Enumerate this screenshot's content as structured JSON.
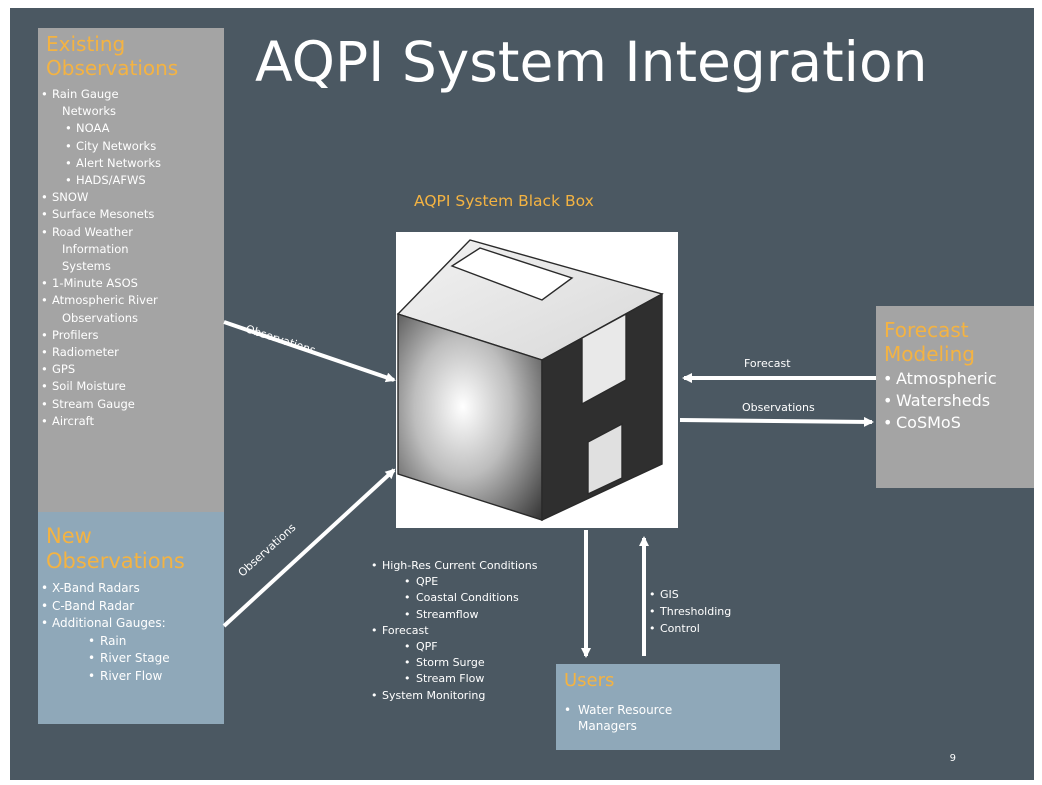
{
  "title": "AQPI System Integration",
  "black_box_title": "AQPI System Black Box",
  "existing_observations": {
    "title": "Existing\nObservations",
    "items": [
      {
        "text": "Rain Gauge",
        "level": 1
      },
      {
        "text": "Networks",
        "level": 0
      },
      {
        "text": "NOAA",
        "level": 2
      },
      {
        "text": "City Networks",
        "level": 2
      },
      {
        "text": "Alert Networks",
        "level": 2
      },
      {
        "text": "HADS/AFWS",
        "level": 2
      },
      {
        "text": "SNOW",
        "level": 1
      },
      {
        "text": "Surface Mesonets",
        "level": 1
      },
      {
        "text": "Road Weather",
        "level": 1
      },
      {
        "text": "Information",
        "level": 0
      },
      {
        "text": "Systems",
        "level": 0
      },
      {
        "text": "1-Minute ASOS",
        "level": 1
      },
      {
        "text": "Atmospheric River",
        "level": 1
      },
      {
        "text": "Observations",
        "level": 0
      },
      {
        "text": "Profilers",
        "level": 1
      },
      {
        "text": "Radiometer",
        "level": 1
      },
      {
        "text": "GPS",
        "level": 1
      },
      {
        "text": "Soil Moisture",
        "level": 1
      },
      {
        "text": "Stream Gauge",
        "level": 1
      },
      {
        "text": "Aircraft",
        "level": 1
      }
    ]
  },
  "new_observations": {
    "title": "New\nObservations",
    "items": [
      {
        "text": "X-Band Radars",
        "level": 1
      },
      {
        "text": "C-Band Radar",
        "level": 1
      },
      {
        "text": "Additional Gauges:",
        "level": 1
      },
      {
        "text": "Rain",
        "level": 2
      },
      {
        "text": "River Stage",
        "level": 2
      },
      {
        "text": "River Flow",
        "level": 2
      }
    ]
  },
  "forecast_modeling": {
    "title": "Forecast\nModeling",
    "items": [
      "Atmospheric",
      "Watersheds",
      "CoSMoS"
    ]
  },
  "users": {
    "title": "Users",
    "items": [
      "Water Resource Managers"
    ]
  },
  "outputs_list": [
    {
      "text": "High-Res Current Conditions",
      "level": 1
    },
    {
      "text": "QPE",
      "level": 2
    },
    {
      "text": "Coastal Conditions",
      "level": 2
    },
    {
      "text": "Streamflow",
      "level": 2
    },
    {
      "text": "Forecast",
      "level": 1
    },
    {
      "text": "QPF",
      "level": 2
    },
    {
      "text": "Storm Surge",
      "level": 2
    },
    {
      "text": "Stream Flow",
      "level": 2
    },
    {
      "text": "System Monitoring",
      "level": 1
    }
  ],
  "inputs_list": [
    "GIS",
    "Thresholding",
    "Control"
  ],
  "arrow_labels": {
    "existing_to_box": "Observations",
    "new_to_box": "Observations",
    "model_to_box": "Forecast",
    "box_to_model": "Observations"
  },
  "page_number": "9",
  "colors": {
    "background": "#4b5862",
    "panel_gray": "#a4a4a4",
    "panel_blue": "#8fa8b9",
    "accent": "#f4b342",
    "text": "#ffffff"
  }
}
